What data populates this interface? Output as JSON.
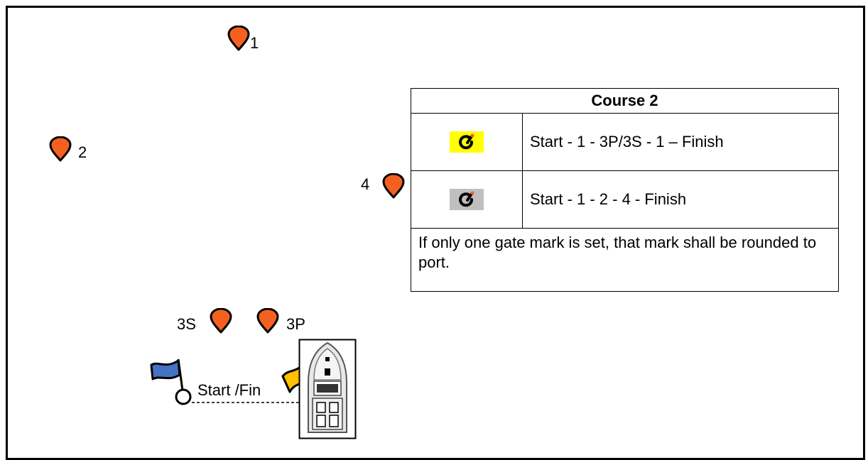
{
  "marks": {
    "m1": "1",
    "m2": "2",
    "m4": "4",
    "m3s": "3S",
    "m3p": "3P"
  },
  "start_label": "Start /Fin",
  "course": {
    "title": "Course 2",
    "rows": [
      {
        "symbol": "yellow-background-course-icon",
        "description": "Start - 1 - 3P/3S - 1 – Finish"
      },
      {
        "symbol": "gray-background-course-icon",
        "description": "Start - 1 - 2 - 4 - Finish"
      }
    ],
    "note": "If only one gate mark is set, that mark shall be rounded to port."
  },
  "colors": {
    "mark": "#f4611e",
    "yellow_highlight": "#ffff00",
    "gray_highlight": "#bfbfbf",
    "blue_flag": "#4472c4",
    "yellow_flag": "#ffc000"
  }
}
